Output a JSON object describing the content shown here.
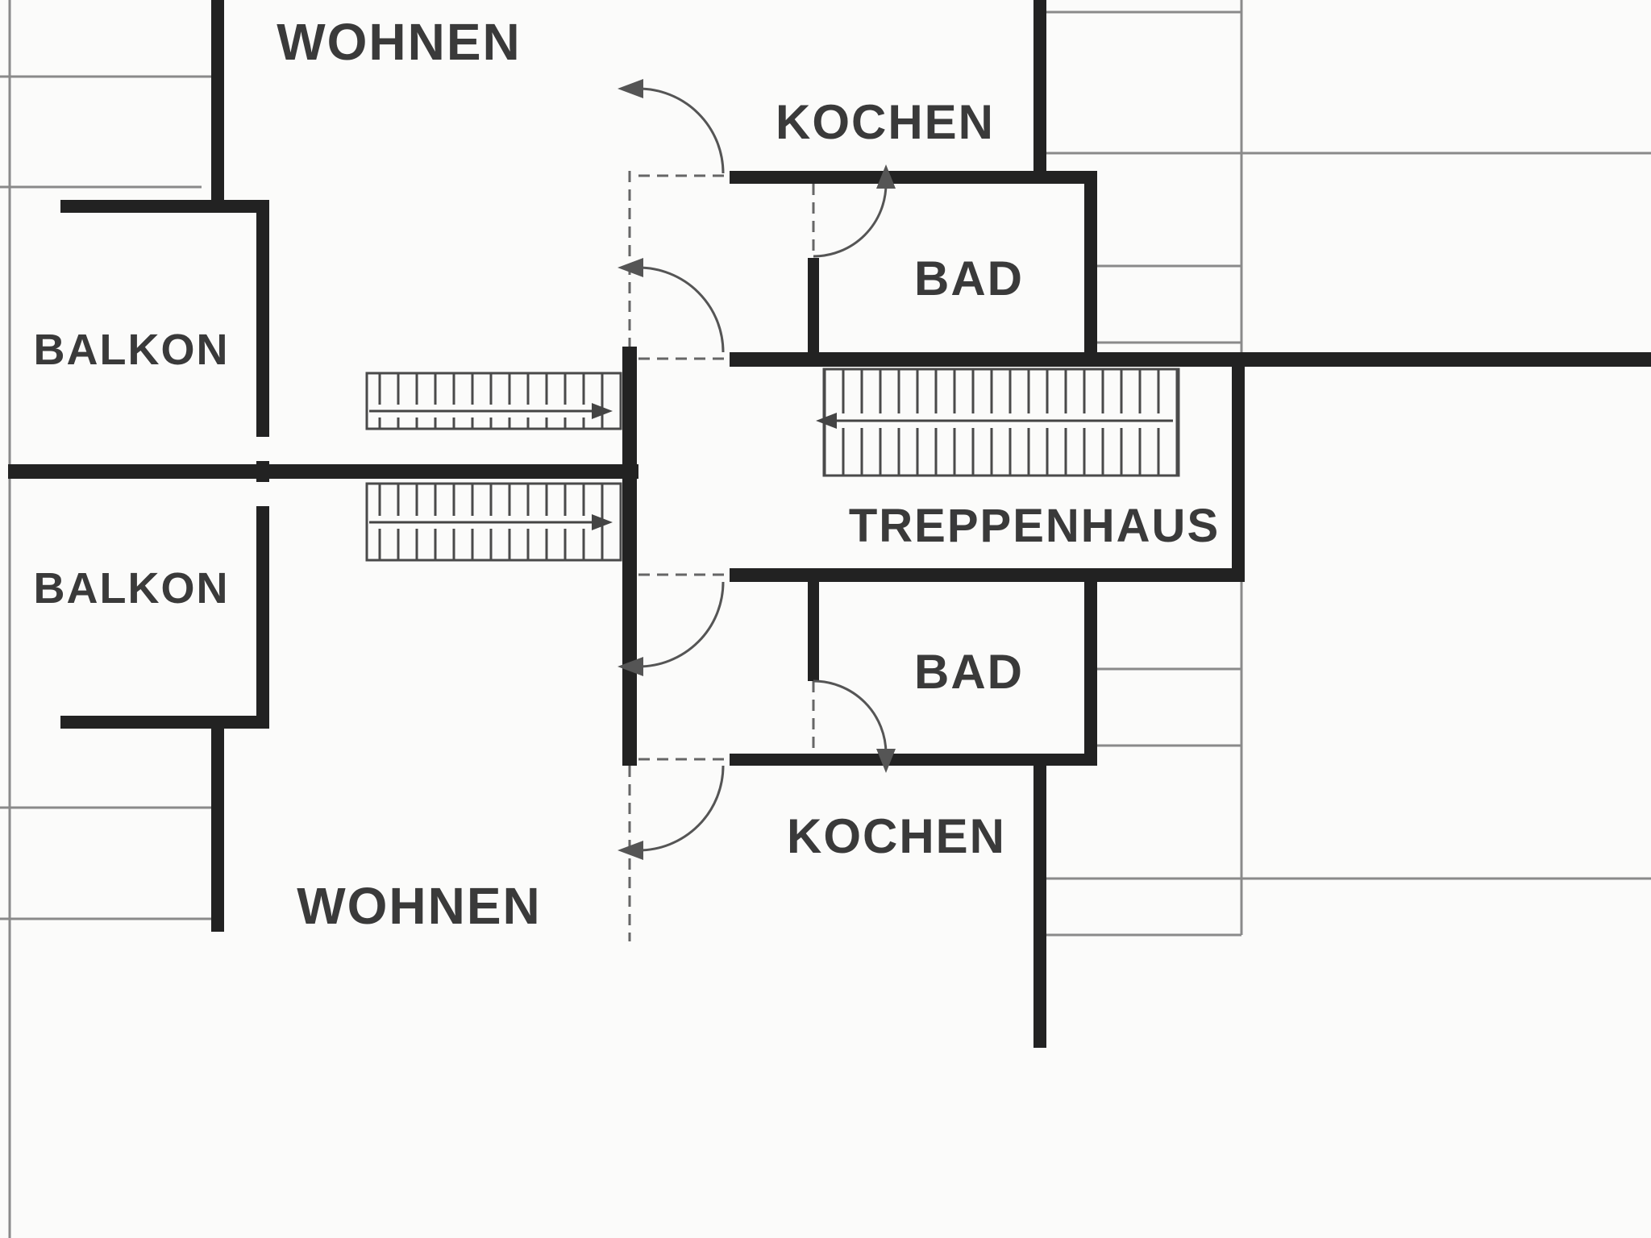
{
  "floor_plan": {
    "type": "apartment-floor-plan",
    "language": "de",
    "rooms": [
      {
        "id": "wohnen-top",
        "label": "WOHNEN"
      },
      {
        "id": "kochen-top",
        "label": "KOCHEN"
      },
      {
        "id": "bad-top",
        "label": "BAD"
      },
      {
        "id": "balkon-top",
        "label": "BALKON"
      },
      {
        "id": "treppenhaus",
        "label": "TREPPENHAUS"
      },
      {
        "id": "balkon-bottom",
        "label": "BALKON"
      },
      {
        "id": "bad-bottom",
        "label": "BAD"
      },
      {
        "id": "kochen-bottom",
        "label": "KOCHEN"
      },
      {
        "id": "wohnen-bottom",
        "label": "WOHNEN"
      }
    ],
    "features": {
      "stair_flights": 3,
      "door_swings": 6,
      "balconies": 2
    },
    "colors": {
      "background": "#fbfbfa",
      "wall": "#222222",
      "thin_line": "#8a8a8a",
      "annotation": "#555555",
      "text": "#3a3a3a"
    }
  }
}
